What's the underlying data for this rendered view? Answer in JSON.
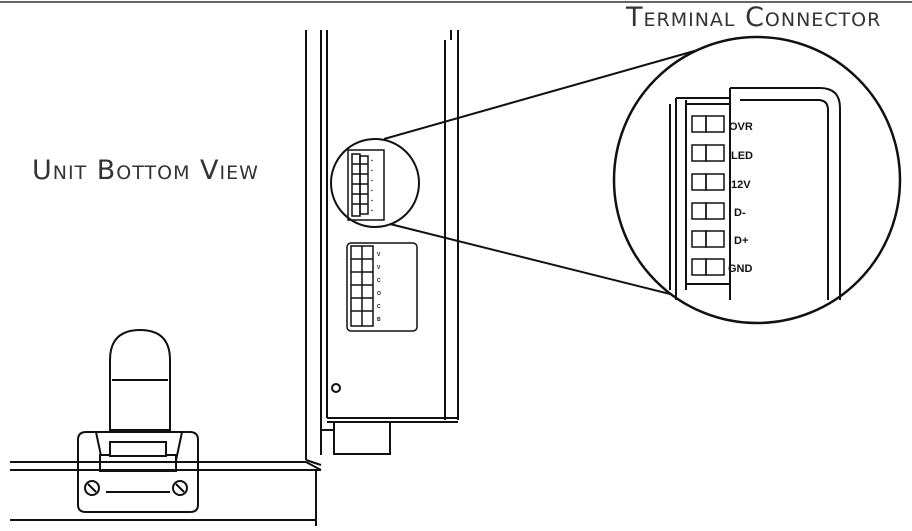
{
  "labels": {
    "unit_bottom_view": "Unit Bottom View",
    "terminal_connector": "Terminal Connector"
  },
  "terminal_pins": [
    "OVR",
    "LED",
    "12V",
    "D-",
    "D+",
    "GND"
  ],
  "lower_block_pins": [
    "V",
    "V",
    "C",
    "O",
    "C",
    "B"
  ],
  "colors": {
    "line": "#111111",
    "background": "#ffffff",
    "label_text": "#333333"
  }
}
